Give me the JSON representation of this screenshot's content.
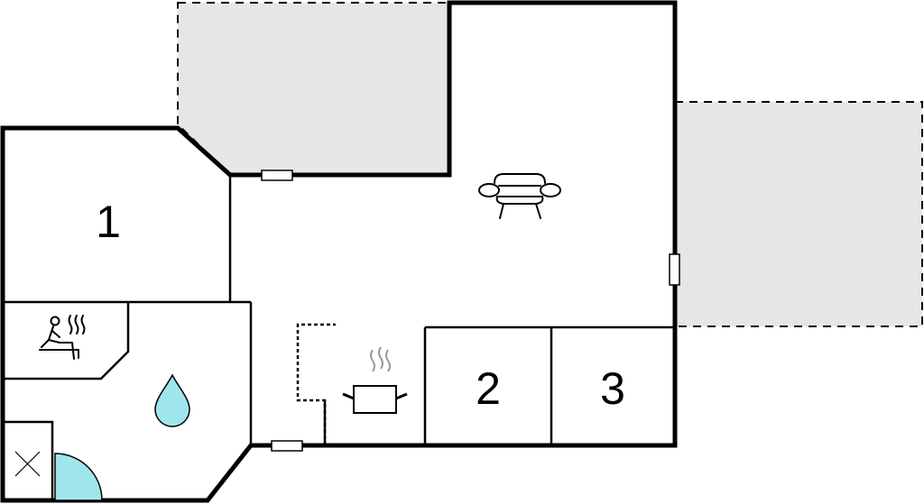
{
  "rooms": {
    "room1": {
      "label": "1"
    },
    "room2": {
      "label": "2"
    },
    "room3": {
      "label": "3"
    }
  },
  "colors": {
    "terrace_fill": "#e6e6e6",
    "water_fill": "#9fe6ec",
    "wall": "#000000"
  },
  "icons": [
    "sofa-icon",
    "sauna-icon",
    "water-drop-icon",
    "cooking-pot-icon",
    "shower-door-icon",
    "cross-icon"
  ]
}
